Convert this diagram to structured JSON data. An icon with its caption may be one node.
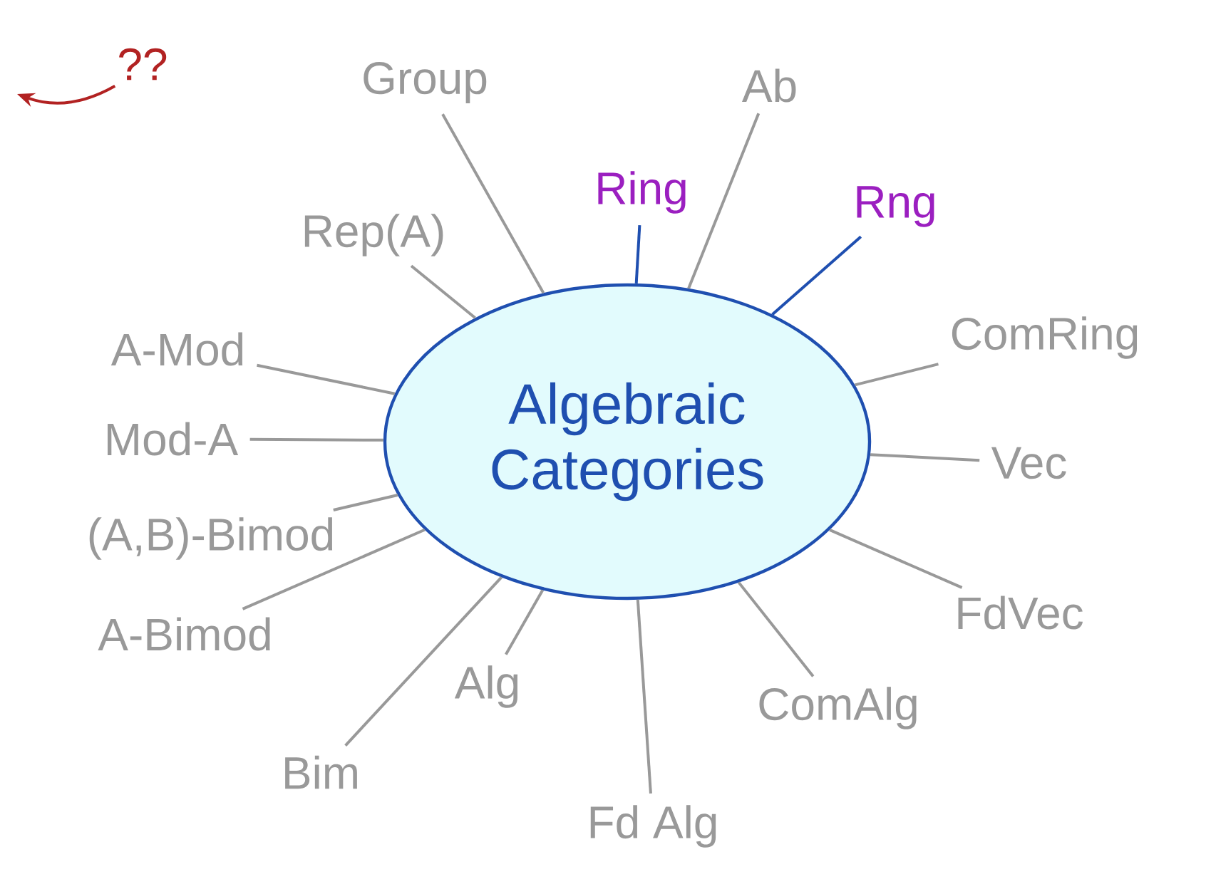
{
  "diagram": {
    "nodes": [
      {
        "text": [
          "Algebraic Categories"
        ]
      },
      {
        "text": [
          "Group"
        ]
      },
      {
        "text": [
          "Ab"
        ]
      },
      {
        "text": [
          "Ring"
        ]
      },
      {
        "text": [
          "Rng"
        ]
      },
      {
        "text": [
          "Rep(A)"
        ]
      },
      {
        "text": [
          "ComRing"
        ]
      },
      {
        "text": [
          "A-Mod"
        ]
      },
      {
        "text": [
          "Mod-A"
        ]
      },
      {
        "text": [
          "Vec"
        ]
      },
      {
        "text": [
          "(A,B)-Bimod"
        ]
      },
      {
        "text": [
          "FdVec"
        ]
      },
      {
        "text": [
          "A-Bimod"
        ]
      },
      {
        "text": [
          "Alg"
        ]
      },
      {
        "text": [
          "ComAlg"
        ]
      },
      {
        "text": [
          "Bim"
        ]
      },
      {
        "text": [
          "Fd Alg"
        ]
      },
      {
        "text": [
          "??"
        ]
      }
    ],
    "edges": [
      {
        "from": 0,
        "to": 1,
        "arrow": "none"
      },
      {
        "from": 0,
        "to": 2,
        "arrow": "none"
      },
      {
        "from": 0,
        "to": 3,
        "arrow": "none",
        "color": "#1f4fb0"
      },
      {
        "from": 0,
        "to": 4,
        "arrow": "none",
        "color": "#1f4fb0"
      },
      {
        "from": 0,
        "to": 5,
        "arrow": "none"
      },
      {
        "from": 0,
        "to": 6,
        "arrow": "none"
      },
      {
        "from": 0,
        "to": 7,
        "arrow": "none"
      },
      {
        "from": 0,
        "to": 8,
        "arrow": "none"
      },
      {
        "from": 0,
        "to": 9,
        "arrow": "none"
      },
      {
        "from": 0,
        "to": 10,
        "arrow": "none"
      },
      {
        "from": 0,
        "to": 11,
        "arrow": "none"
      },
      {
        "from": 0,
        "to": 12,
        "arrow": "none"
      },
      {
        "from": 0,
        "to": 13,
        "arrow": "none"
      },
      {
        "from": 0,
        "to": 14,
        "arrow": "none"
      },
      {
        "from": 0,
        "to": 15,
        "arrow": "none"
      },
      {
        "from": 0,
        "to": 16,
        "arrow": "none"
      },
      {
        "from": 17,
        "to": null,
        "arrow": "to",
        "color": "#b22222"
      }
    ]
  }
}
